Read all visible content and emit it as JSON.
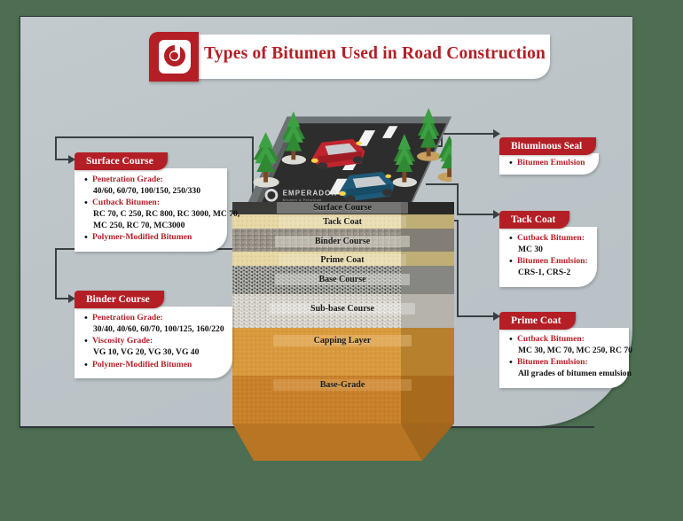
{
  "header": {
    "title": "Types of Bitumen Used in Road Construction",
    "logo_icon": "emperador-swirl-logo-icon"
  },
  "brand": {
    "red": "#b41f26",
    "panel_bg": "#bfc7cb",
    "outer_bg": "#4d6e52",
    "line": "#3a3f42"
  },
  "watermark": {
    "name": "EMPERADOR",
    "tagline": "Bitumen & Petroleum"
  },
  "road_layers": [
    {
      "name": "Surface Course",
      "color": "#3a3a38"
    },
    {
      "name": "Tack Coat",
      "color": "#e4d6a6"
    },
    {
      "name": "Binder Course",
      "color": "#9b958b"
    },
    {
      "name": "Prime Coat",
      "color": "#e8d9a9"
    },
    {
      "name": "Base Course",
      "color": "#a9a9a5"
    },
    {
      "name": "Sub-base Course",
      "color": "#d8d5cd"
    },
    {
      "name": "Capping Layer",
      "color": "#d99a3e"
    },
    {
      "name": "Base-Grade",
      "color": "#c8802a"
    }
  ],
  "cards": {
    "surface_course": {
      "title": "Surface Course",
      "items": [
        {
          "heading": "Penetration Grade:",
          "values": [
            "40/60, 60/70, 100/150, 250/330"
          ]
        },
        {
          "heading": "Cutback Bitumen:",
          "values": [
            "RC 70, C 250, RC 800, RC 3000, MC 70,",
            "MC 250, RC 70, MC3000"
          ]
        },
        {
          "heading": "Polymer-Modified Bitumen",
          "values": []
        }
      ]
    },
    "binder_course": {
      "title": "Binder Course",
      "items": [
        {
          "heading": "Penetration Grade:",
          "values": [
            "30/40, 40/60, 60/70, 100/125, 160/220"
          ]
        },
        {
          "heading": "Viscosity Grade:",
          "values": [
            "VG 10, VG 20, VG 30, VG 40"
          ]
        },
        {
          "heading": "Polymer-Modified Bitumen",
          "values": []
        }
      ]
    },
    "bituminous_seal": {
      "title": "Bituminous Seal",
      "items": [
        {
          "heading": "Bitumen Emulsion",
          "values": []
        }
      ]
    },
    "tack_coat": {
      "title": "Tack Coat",
      "items": [
        {
          "heading": "Cutback Bitumen:",
          "values": [
            "MC 30"
          ]
        },
        {
          "heading": "Bitumen Emulsion:",
          "values": [
            "CRS-1, CRS-2"
          ]
        }
      ]
    },
    "prime_coat": {
      "title": "Prime Coat",
      "items": [
        {
          "heading": "Cutback Bitumen:",
          "values": [
            "MC 30, MC 70, MC 250, RC 70"
          ]
        },
        {
          "heading": "Bitumen Emulsion:",
          "values": [
            "All grades of bitumen emulsion"
          ]
        }
      ]
    }
  }
}
